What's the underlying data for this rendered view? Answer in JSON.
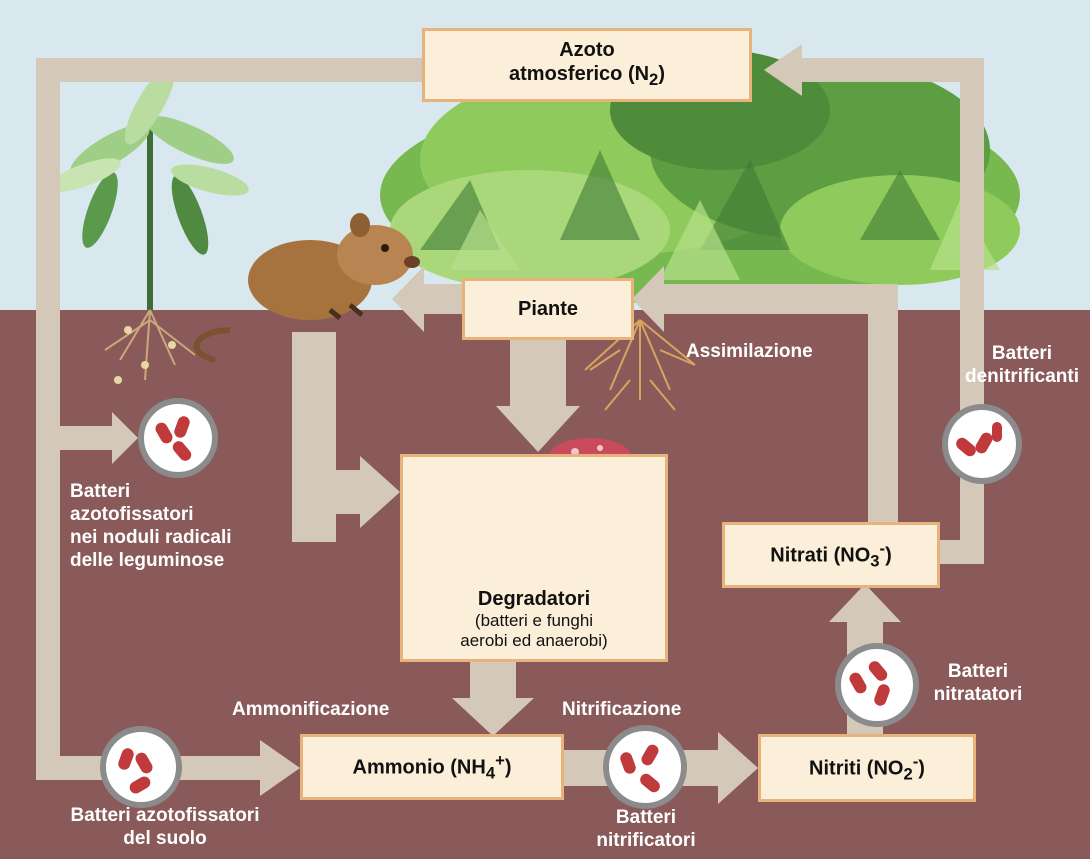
{
  "nodes": {
    "atmosphere": {
      "line1": "Azoto",
      "line2": "atmosferico (N",
      "sub": "2",
      "close": ")"
    },
    "plants": {
      "label": "Piante"
    },
    "decomposers": {
      "title": "Degradatori",
      "line2": "(batteri e funghi",
      "line3": "aerobi ed anaerobi)"
    },
    "ammonium": {
      "pre": "Ammonio (NH",
      "sub": "4",
      "sup": "+",
      "close": ")"
    },
    "nitrites": {
      "pre": "Nitriti (NO",
      "sub": "2",
      "sup": "-",
      "close": ")"
    },
    "nitrates": {
      "pre": "Nitrati (NO",
      "sub": "3",
      "sup": "-",
      "close": ")"
    }
  },
  "labels": {
    "assimilation": "Assimilazione",
    "ammonification": "Ammonificazione",
    "nitrification": "Nitrificazione",
    "denitrifying": [
      "Batteri",
      "denitrificanti"
    ],
    "nodule_bacteria": [
      "Batteri",
      "azotofissatori",
      "nei noduli radicali",
      "delle leguminose"
    ],
    "soil_bacteria": [
      "Batteri azotofissatori",
      "del suolo"
    ],
    "nitrifying": [
      "Batteri",
      "nitrificatori"
    ],
    "nitrating": [
      "Batteri",
      "nitratatori"
    ]
  },
  "colors": {
    "sky": "#d9e8ef",
    "soil": "#8a5a5b",
    "arrow": "#d4c8b8",
    "box_fill": "#fbefd9",
    "box_border": "#e8b27d",
    "bacteria_ring": "#8b8b8b",
    "bacteria": "#c0393b"
  }
}
